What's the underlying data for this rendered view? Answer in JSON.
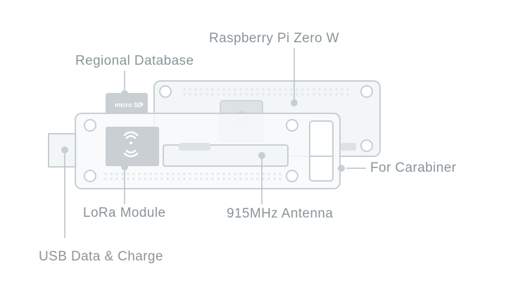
{
  "labels": {
    "raspberry_pi": "Raspberry Pi Zero W",
    "regional_database": "Regional Database",
    "for_carabiner": "For Carabiner",
    "lora_module": "LoRa Module",
    "antenna": "915MHz Antenna",
    "usb": "USB Data & Charge"
  },
  "sd_card_text": "micro SD",
  "colors": {
    "stroke": "#c7cfd2",
    "fill_light": "#f3f6f7",
    "module_fill": "#c9cfd2",
    "dot": "#e1e6e8",
    "label": "#8a9499",
    "leader": "#b7c0c4"
  }
}
